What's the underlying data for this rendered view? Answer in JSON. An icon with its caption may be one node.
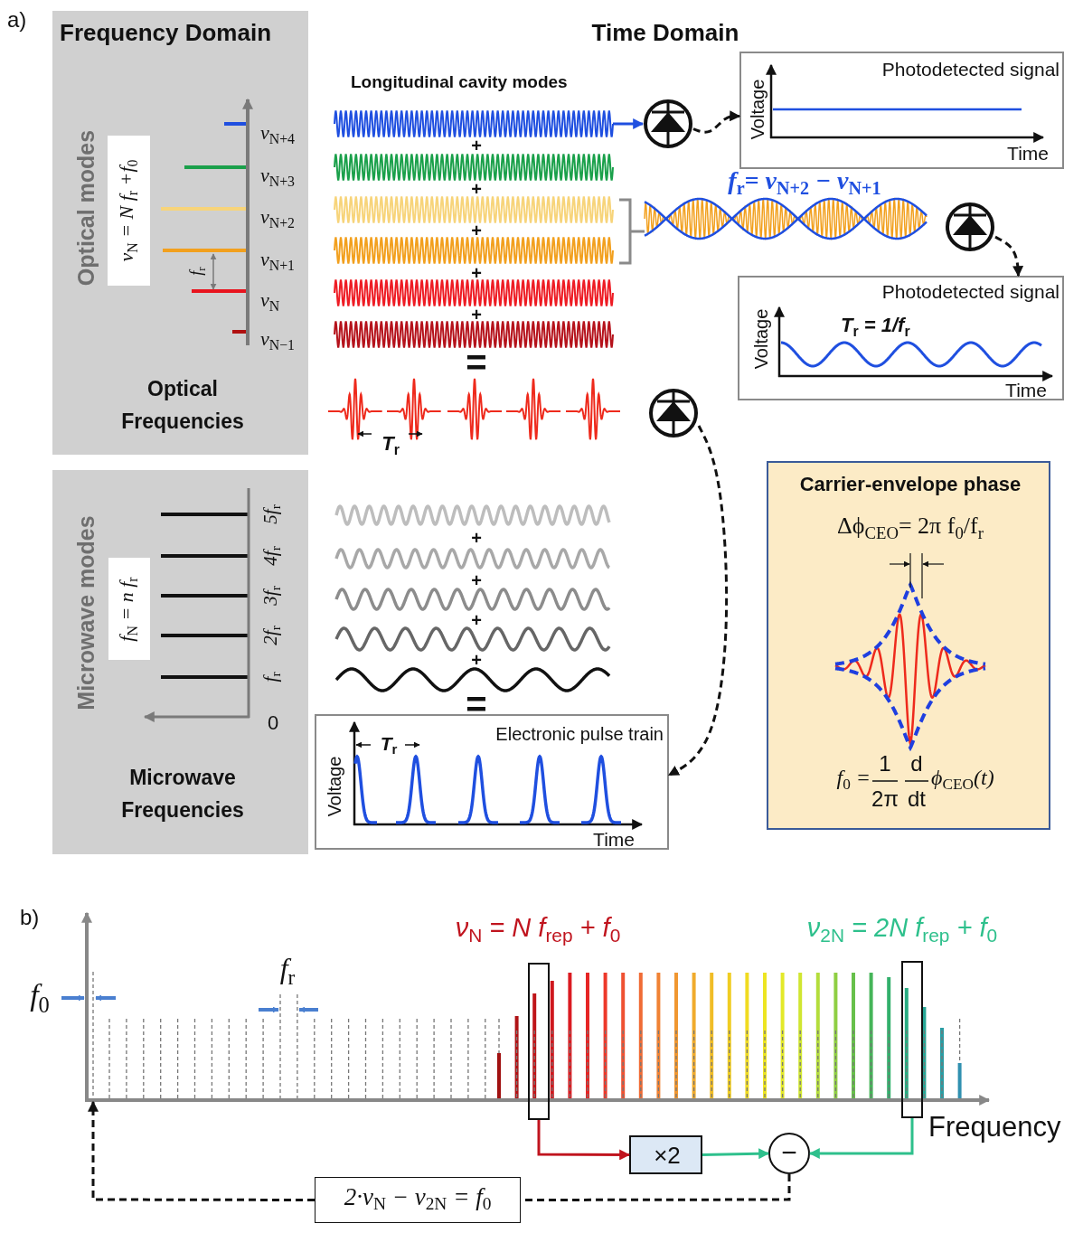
{
  "diagram": {
    "nodes": [
      {
        "text": [
          "Frequency Domain",
          "Optical modes",
          "ν$_{N+4}$",
          "ν$_{N+3}$",
          "ν$_{N+2}$",
          "ν$_{N+1}$",
          "ν$_{N}$",
          "ν$_{N−1}$",
          "f$_{r}$",
          "Optical Frequencies"
        ]
      },
      {
        "text": [
          "ν$_{N}$ = N f$_{r}$ +f$_{0}$"
        ],
        "in": 0
      },
      {
        "text": [
          "Microwave modes",
          "5f$_{r}$",
          "4f$_{r}$",
          "3f$_{r}$",
          "2f$_{r}$",
          "f$_{r}$",
          "0",
          "Microwave Frequencies"
        ]
      },
      {
        "text": [
          "f$_{N}$ = n f$_{r}$"
        ],
        "in": 2
      },
      {
        "text": [],
        "shape": "wave"
      },
      {
        "text": [],
        "shape": "photodiode"
      },
      {
        "text": [
          "Photodetected signal",
          "Voltage",
          "Time"
        ]
      },
      {
        "text": [],
        "shape": "photodiode"
      },
      {
        "text": [
          "Photodetected signal",
          "Voltage",
          "T$_{r}$ = 1/f$_{r}$",
          "Time"
        ]
      },
      {
        "text": [],
        "shape": "photodiode"
      },
      {
        "text": [
          "Electronic pulse train",
          "Voltage",
          "T$_{r}$",
          "Time"
        ]
      },
      {
        "text": [
          "Carrier-envelope phase",
          "Δϕ$_{CEO}$= 2π f$_{0}$/f$_{r}$",
          "f$_{0}$ =",
          "1",
          "2π",
          "d",
          "dt",
          "ϕ$_{CEO}$(t)"
        ]
      },
      {
        "text": [],
        "shape": "box"
      },
      {
        "text": [],
        "shape": "box"
      },
      {
        "text": [
          "×2"
        ]
      },
      {
        "text": [
          "−"
        ]
      },
      {
        "text": [
          "2·ν$_{N}$ − ν$_{2N}$ = f$_{0}$"
        ]
      },
      {
        "text": [],
        "shape": "line"
      }
    ],
    "edges": [
      {
        "from": 4,
        "to": 5,
        "arrow": "to",
        "color": "#1f4fe0"
      },
      {
        "from": 5,
        "to": 6,
        "arrow": "to",
        "style": "dashed"
      },
      {
        "from": 7,
        "to": 8,
        "arrow": "to",
        "style": "dashed"
      },
      {
        "from": 9,
        "to": 10,
        "arrow": "to",
        "style": "dashed"
      },
      {
        "from": 12,
        "to": 14,
        "arrow": "to",
        "color": "#c0141e"
      },
      {
        "from": 14,
        "to": 15,
        "arrow": "to",
        "color": "#2ec08c"
      },
      {
        "from": 13,
        "to": 15,
        "arrow": "to",
        "color": "#2ec08c"
      },
      {
        "from": 15,
        "to": 16,
        "arrow": "none",
        "style": "dashed"
      },
      {
        "from": 16,
        "to": 17,
        "arrow": "to",
        "style": "dashed"
      }
    ],
    "labels": [
      "a)",
      "Time Domain",
      "Longitudinal cavity modes",
      "+",
      "+",
      "+",
      "+",
      "+",
      "=",
      "f$_{r}$= ν$_{N+2}$ − ν$_{N+1}$",
      "T$_{r}$",
      "+",
      "+",
      "+",
      "+",
      "=",
      "b)",
      "f$_{0}$",
      "f$_{r}$",
      "ν$_{N}$ = N f$_{rep}$ + f$_{0}$",
      "ν$_{2N}$ = 2N f$_{rep}$ + f$_{0}$",
      "Frequency"
    ]
  }
}
